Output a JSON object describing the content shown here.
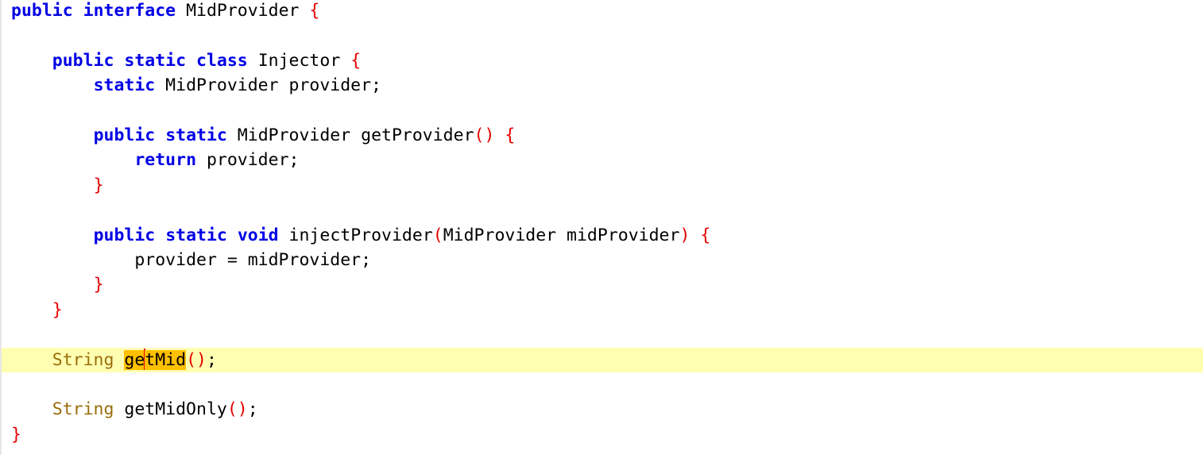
{
  "editor": {
    "language": "Java",
    "current_line_index": 14,
    "colors": {
      "keyword": "#0000e6",
      "type": "#9a6e0b",
      "punctuation": "#e60000",
      "current_line_bg": "#ffffb2",
      "occurrence_highlight": "#ffc000",
      "caret": "#e60000"
    },
    "lines": [
      {
        "indent": "",
        "tokens": [
          [
            "public",
            "kw"
          ],
          [
            " ",
            "plain"
          ],
          [
            "interface",
            "kw"
          ],
          [
            " MidProvider ",
            "plain"
          ],
          [
            "{",
            "pn"
          ]
        ]
      },
      {
        "indent": "",
        "tokens": []
      },
      {
        "indent": "    ",
        "tokens": [
          [
            "public",
            "kw"
          ],
          [
            " ",
            "plain"
          ],
          [
            "static",
            "kw"
          ],
          [
            " ",
            "plain"
          ],
          [
            "class",
            "kw"
          ],
          [
            " Injector ",
            "plain"
          ],
          [
            "{",
            "pn"
          ]
        ]
      },
      {
        "indent": "        ",
        "tokens": [
          [
            "static",
            "kw"
          ],
          [
            " MidProvider provider;",
            "plain"
          ]
        ]
      },
      {
        "indent": "",
        "tokens": []
      },
      {
        "indent": "        ",
        "tokens": [
          [
            "public",
            "kw"
          ],
          [
            " ",
            "plain"
          ],
          [
            "static",
            "kw"
          ],
          [
            " MidProvider getProvider",
            "plain"
          ],
          [
            "()",
            "pn"
          ],
          [
            " ",
            "plain"
          ],
          [
            "{",
            "pn"
          ]
        ]
      },
      {
        "indent": "            ",
        "tokens": [
          [
            "return",
            "kw"
          ],
          [
            " provider;",
            "plain"
          ]
        ]
      },
      {
        "indent": "        ",
        "tokens": [
          [
            "}",
            "pn"
          ]
        ]
      },
      {
        "indent": "",
        "tokens": []
      },
      {
        "indent": "        ",
        "tokens": [
          [
            "public",
            "kw"
          ],
          [
            " ",
            "plain"
          ],
          [
            "static",
            "kw"
          ],
          [
            " ",
            "plain"
          ],
          [
            "void",
            "kw"
          ],
          [
            " injectProvider",
            "plain"
          ],
          [
            "(",
            "pn"
          ],
          [
            "MidProvider midProvider",
            "plain"
          ],
          [
            ")",
            "pn"
          ],
          [
            " ",
            "plain"
          ],
          [
            "{",
            "pn"
          ]
        ]
      },
      {
        "indent": "            ",
        "tokens": [
          [
            "provider = midProvider;",
            "plain"
          ]
        ]
      },
      {
        "indent": "        ",
        "tokens": [
          [
            "}",
            "pn"
          ]
        ]
      },
      {
        "indent": "    ",
        "tokens": [
          [
            "}",
            "pn"
          ]
        ]
      },
      {
        "indent": "",
        "tokens": []
      },
      {
        "indent": "    ",
        "tokens": [
          [
            "String",
            "type"
          ],
          [
            " ",
            "plain"
          ],
          [
            "ge",
            "hl"
          ],
          [
            "",
            "caret"
          ],
          [
            "tMid",
            "hl"
          ],
          [
            "()",
            "pn"
          ],
          [
            ";",
            "plain"
          ]
        ]
      },
      {
        "indent": "",
        "tokens": []
      },
      {
        "indent": "    ",
        "tokens": [
          [
            "String",
            "type"
          ],
          [
            " getMidOnly",
            "plain"
          ],
          [
            "()",
            "pn"
          ],
          [
            ";",
            "plain"
          ]
        ]
      },
      {
        "indent": "",
        "tokens": [
          [
            "}",
            "pn"
          ]
        ]
      }
    ]
  }
}
